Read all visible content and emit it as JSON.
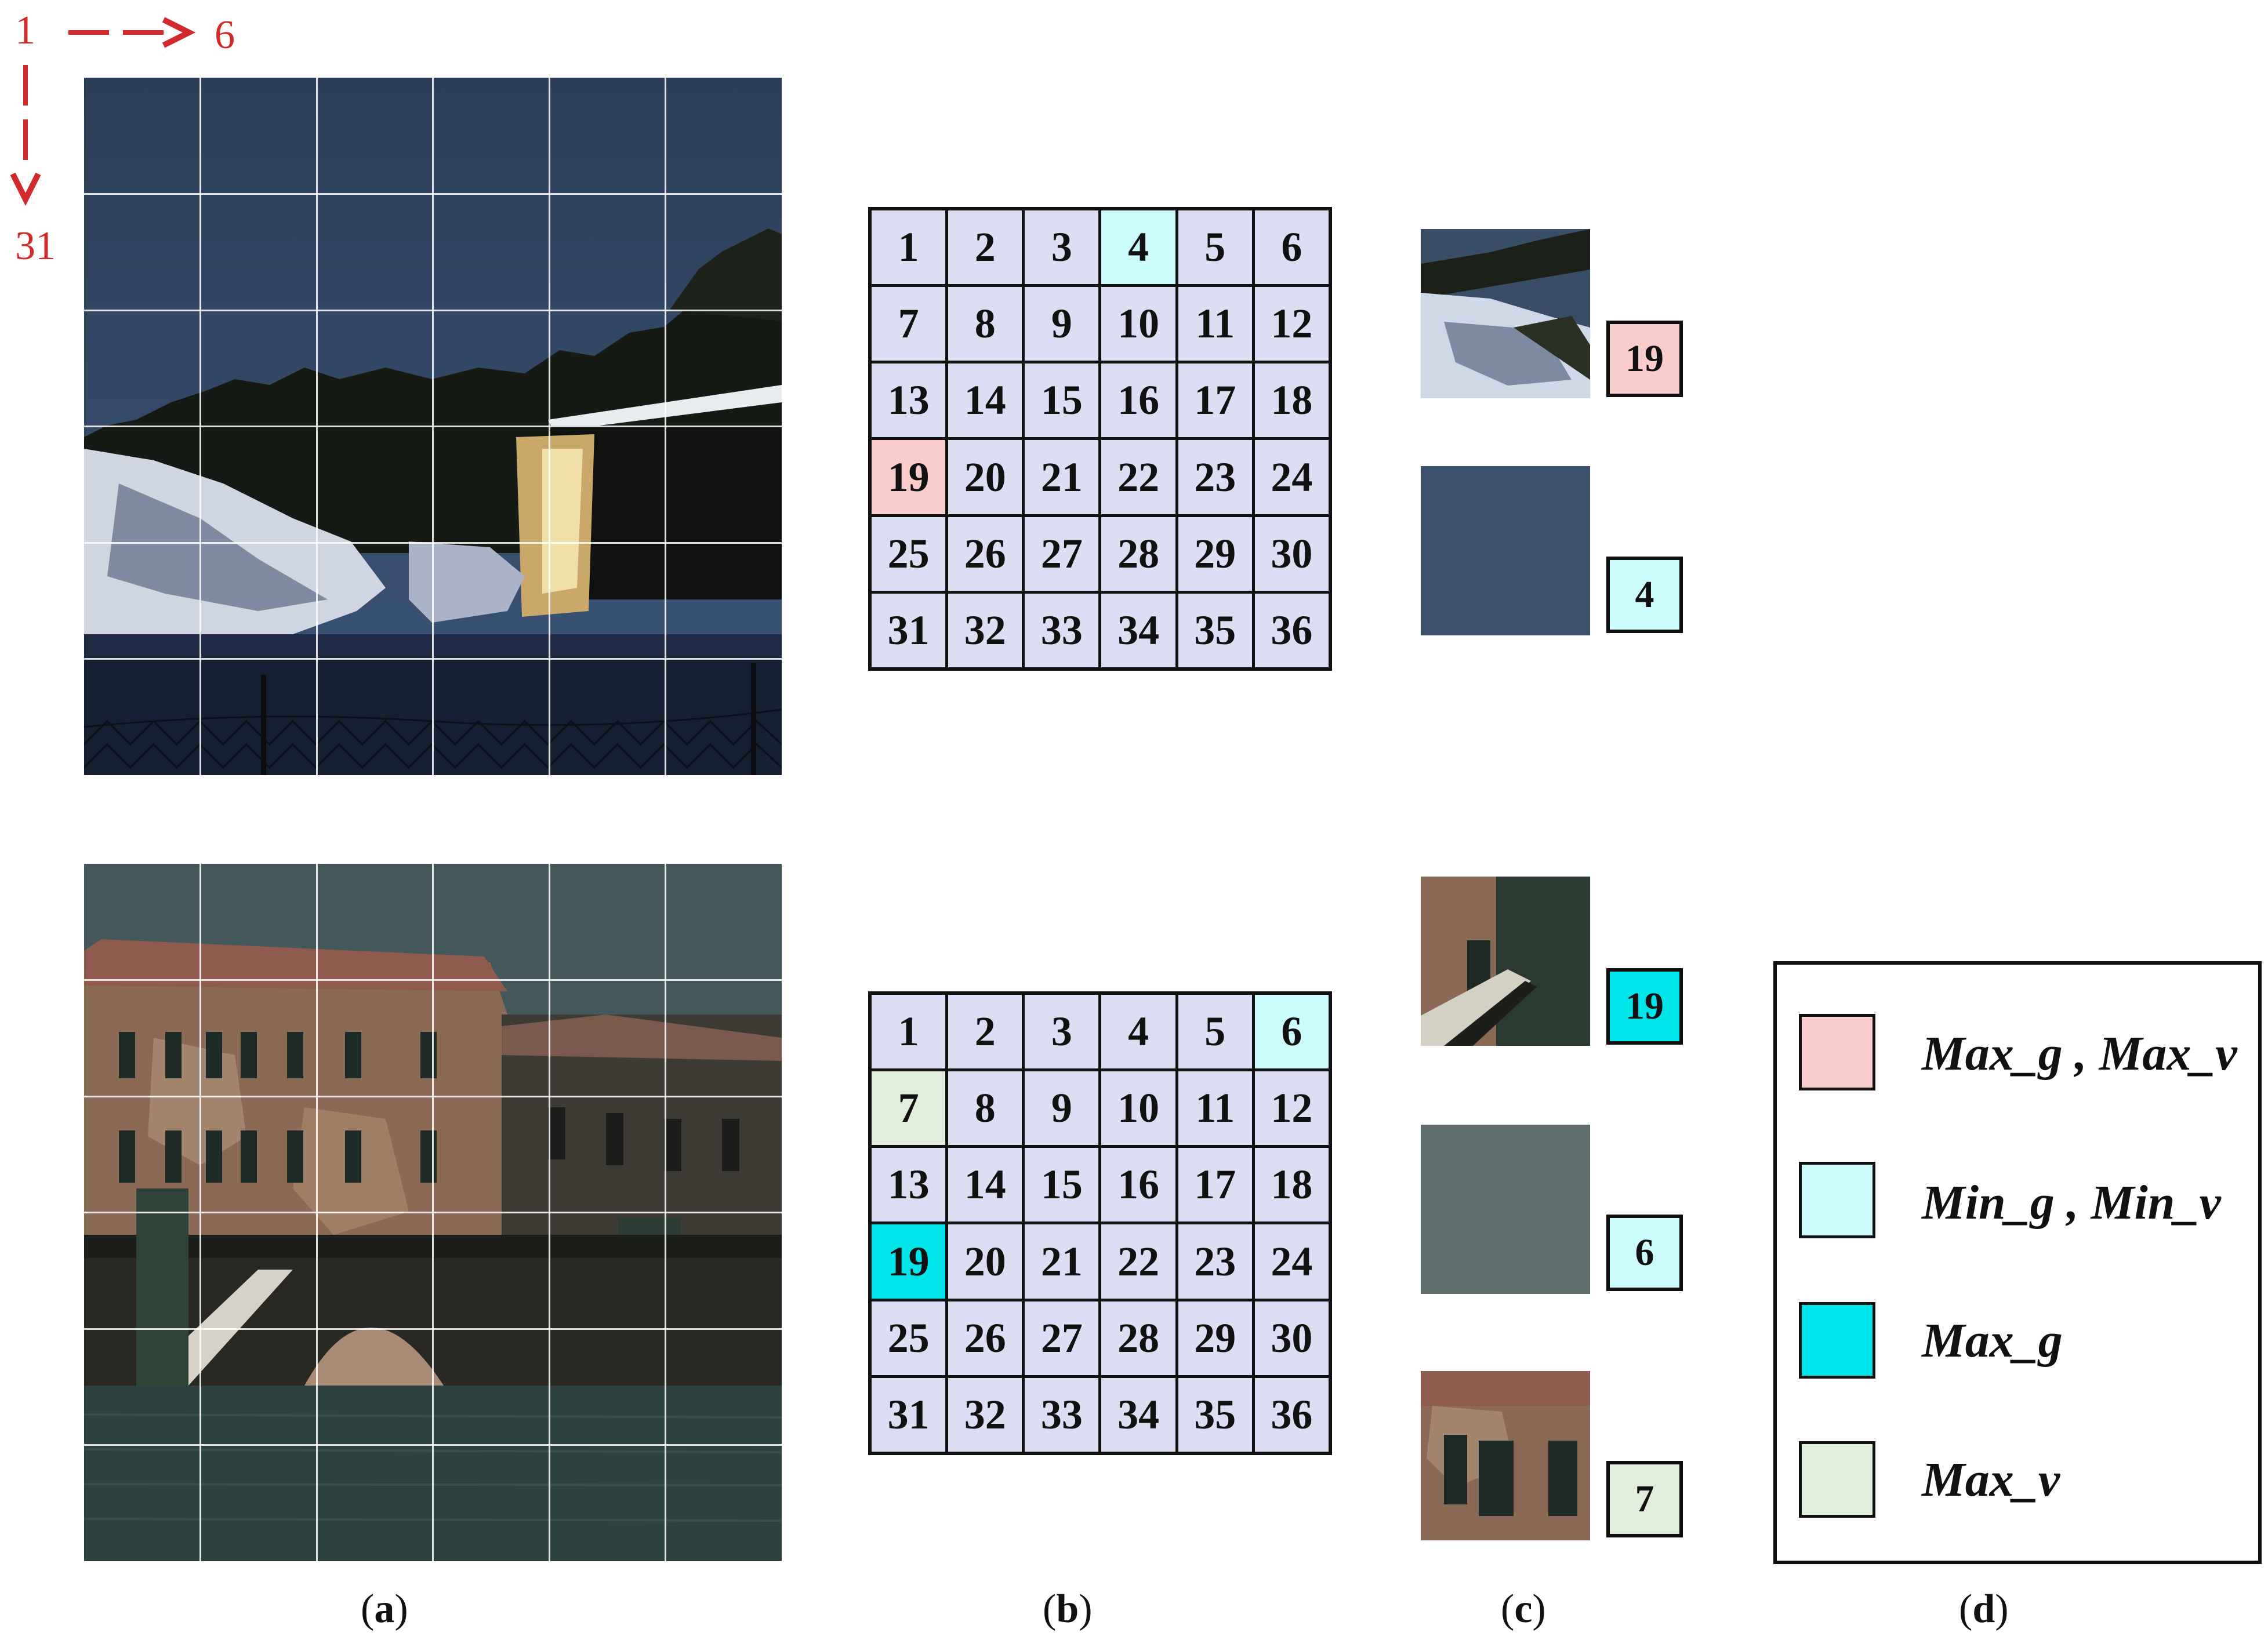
{
  "index_arrows": {
    "start": "1",
    "right_end": "6",
    "down_end": "31"
  },
  "grid_numbers": [
    "1",
    "2",
    "3",
    "4",
    "5",
    "6",
    "7",
    "8",
    "9",
    "10",
    "11",
    "12",
    "13",
    "14",
    "15",
    "16",
    "17",
    "18",
    "19",
    "20",
    "21",
    "22",
    "23",
    "24",
    "25",
    "26",
    "27",
    "28",
    "29",
    "30",
    "31",
    "32",
    "33",
    "34",
    "35",
    "36"
  ],
  "top_highlights": {
    "4": "min",
    "19": "maxgv"
  },
  "bottom_highlights": {
    "6": "min",
    "7": "maxv",
    "19": "maxg"
  },
  "top_selected": [
    {
      "block": "19",
      "role": "maxgv",
      "tile": "snow-slope"
    },
    {
      "block": "4",
      "role": "min",
      "tile": "sky"
    }
  ],
  "bottom_selected": [
    {
      "block": "19",
      "role": "maxg",
      "tile": "bridge-corner"
    },
    {
      "block": "6",
      "role": "min",
      "tile": "grey-sky"
    },
    {
      "block": "7",
      "role": "maxv",
      "tile": "facade-windows"
    }
  ],
  "colors": {
    "maxgv": "#f9cccc",
    "min": "#ccfbfd",
    "maxg": "#00e5ea",
    "maxv": "#e1eedc",
    "grid_cell": "#dcdff3",
    "arrow": "#d22a2a"
  },
  "legend": {
    "maxgv": "Max_g , Max_v",
    "min": "Min_g , Min_v",
    "maxg": "Max_g",
    "maxv": "Max_v"
  },
  "panel_labels": {
    "a": "a",
    "b": "b",
    "c": "c",
    "d": "d"
  }
}
